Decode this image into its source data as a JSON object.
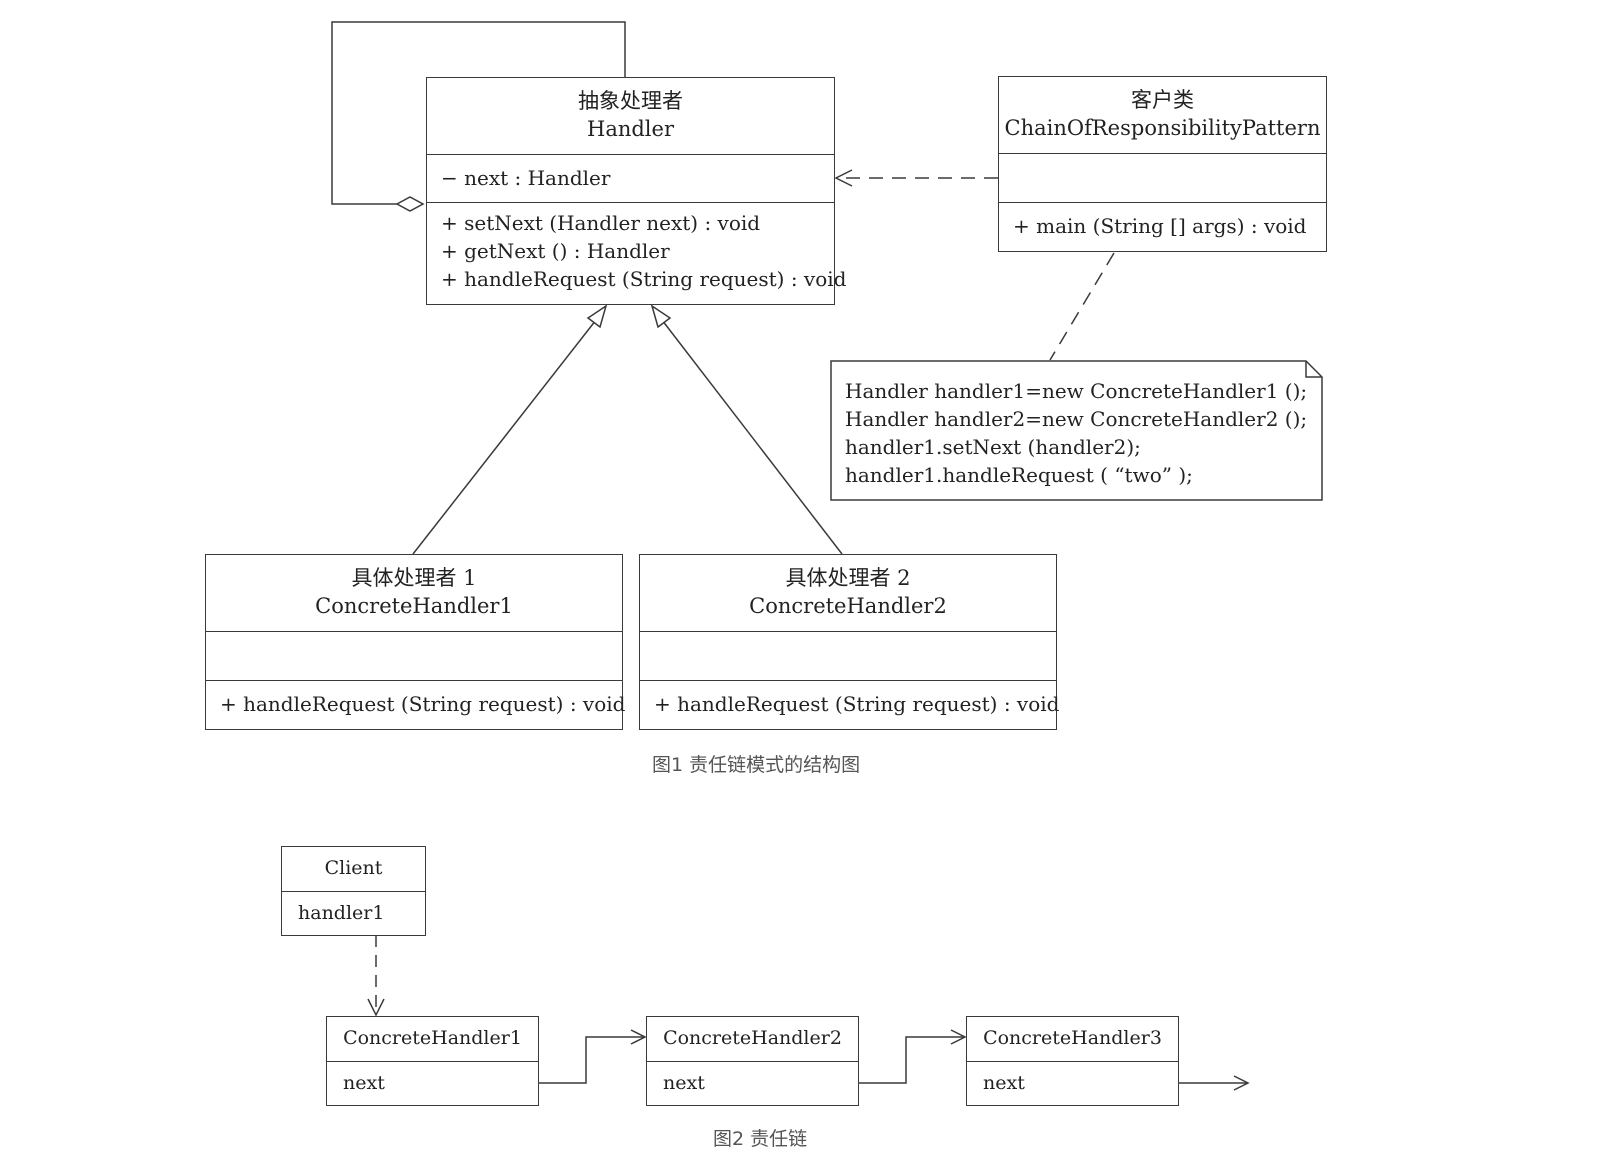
{
  "figure1": {
    "handler": {
      "title_cn": "抽象处理者",
      "title_en": "Handler",
      "attributes": [
        "− next : Handler"
      ],
      "operations": [
        "+ setNext (Handler next) : void",
        "+ getNext () : Handler",
        "+ handleRequest (String request) : void"
      ]
    },
    "client": {
      "title_cn": "客户类",
      "title_en": "ChainOfResponsibilityPattern",
      "operations": [
        "+ main (String [] args) : void"
      ]
    },
    "note": {
      "lines": [
        "Handler handler1=new ConcreteHandler1 ();",
        "Handler handler2=new ConcreteHandler2 ();",
        "handler1.setNext (handler2);",
        "handler1.handleRequest ( “two” );"
      ]
    },
    "concrete1": {
      "title_cn": "具体处理者 1",
      "title_en": "ConcreteHandler1",
      "operations": [
        "+ handleRequest (String request) : void"
      ]
    },
    "concrete2": {
      "title_cn": "具体处理者 2",
      "title_en": "ConcreteHandler2",
      "operations": [
        "+ handleRequest (String request) : void"
      ]
    },
    "caption": "图1 责任链模式的结构图"
  },
  "figure2": {
    "client": {
      "title": "Client",
      "field": "handler1"
    },
    "nodes": [
      {
        "title": "ConcreteHandler1",
        "field": "next"
      },
      {
        "title": "ConcreteHandler2",
        "field": "next"
      },
      {
        "title": "ConcreteHandler3",
        "field": "next"
      }
    ],
    "caption": "图2 责任链"
  }
}
